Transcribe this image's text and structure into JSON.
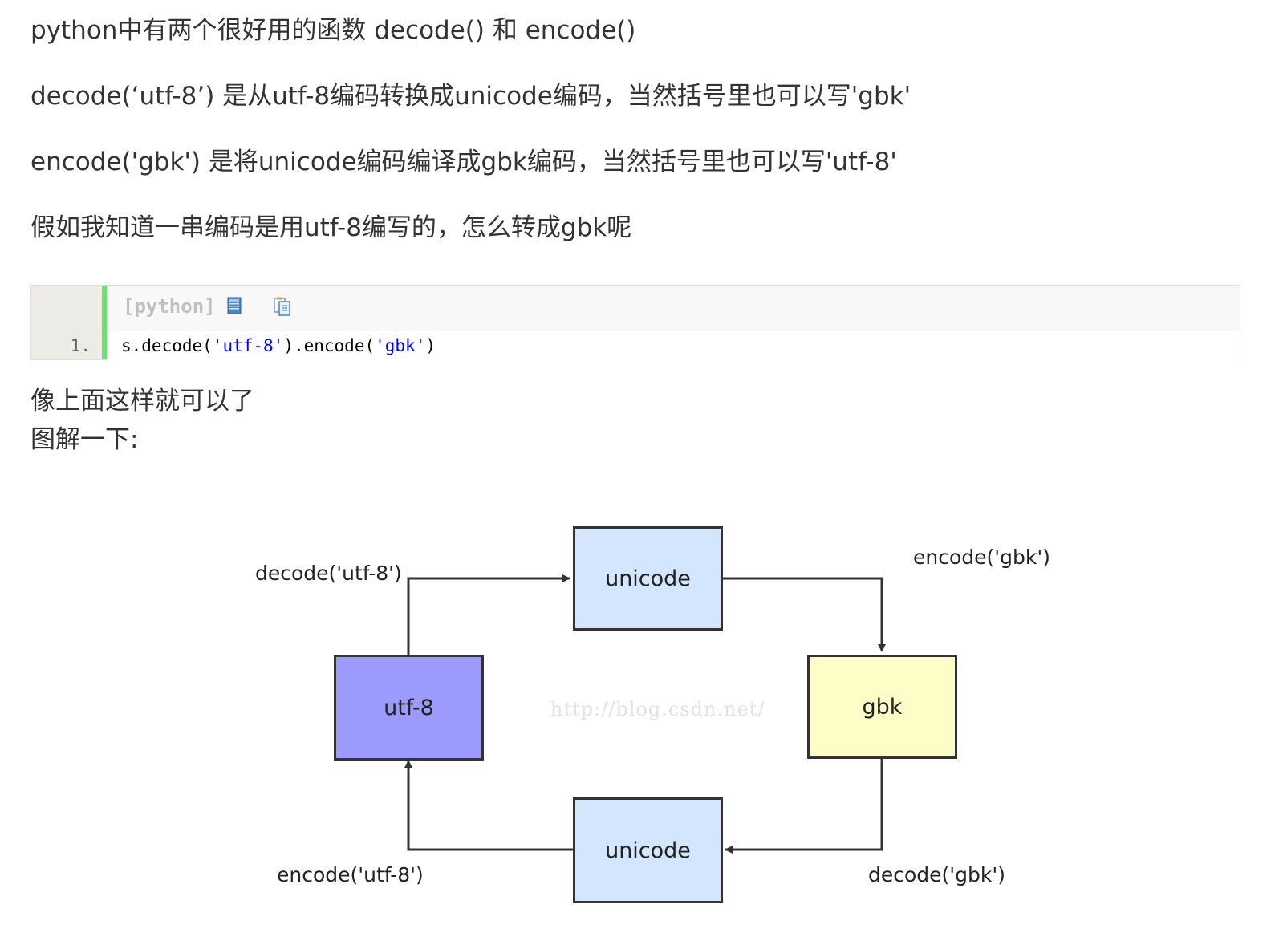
{
  "paragraphs": {
    "p1": "python中有两个很好用的函数 decode() 和 encode()",
    "p2": "decode(‘utf-8’) 是从utf-8编码转换成unicode编码，当然括号里也可以写'gbk'",
    "p3": "encode('gbk') 是将unicode编码编译成gbk编码，当然括号里也可以写'utf-8'",
    "p4": "假如我知道一串编码是用utf-8编写的，怎么转成gbk呢",
    "p5": "像上面这样就可以了",
    "p6": "图解一下:"
  },
  "code_block": {
    "language_label": "[python]",
    "line_number": "1.",
    "code": {
      "prefix": "s.decode(",
      "arg1": "'utf-8'",
      "middle": ").encode(",
      "arg2": "'gbk'",
      "suffix": ")"
    },
    "icons": [
      "view-source-icon",
      "copy-icon"
    ]
  },
  "diagram": {
    "nodes": {
      "unicode_top": "unicode",
      "utf8": "utf-8",
      "gbk": "gbk",
      "unicode_bottom": "unicode"
    },
    "edges": {
      "decode_utf8": "decode('utf-8')",
      "encode_gbk": "encode('gbk')",
      "decode_gbk": "decode('gbk')",
      "encode_utf8": "encode('utf-8')"
    },
    "watermark": "http://blog.csdn.net/",
    "colors": {
      "unicode": "#d4e6fd",
      "utf8": "#9b9bfd",
      "gbk": "#fdfdc7",
      "stroke": "#333333"
    }
  }
}
